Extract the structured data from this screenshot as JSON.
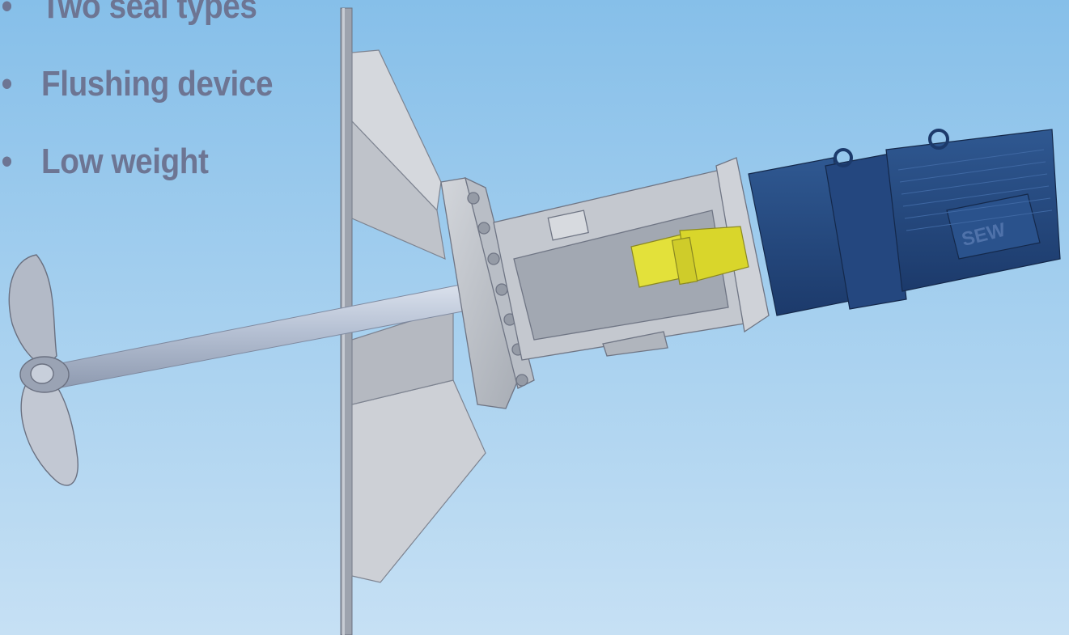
{
  "feature_list": {
    "items": [
      {
        "bullet": "•",
        "label": "Two seal types"
      },
      {
        "bullet": "•",
        "label": "Flushing device"
      },
      {
        "bullet": "•",
        "label": "Low weight"
      }
    ]
  },
  "motor": {
    "brand_label": "SEW"
  },
  "colors": {
    "background_top": "#86bfe9",
    "background_bottom": "#c6e0f4",
    "text": "#6d7593",
    "steel": "#c9cdd3",
    "motor_blue": "#24477f",
    "coupling_yellow": "#e3e13a"
  },
  "icons": [
    "mixer-illustration",
    "propeller-icon",
    "mounting-plate-icon",
    "electric-motor-icon",
    "coupling-icon"
  ]
}
